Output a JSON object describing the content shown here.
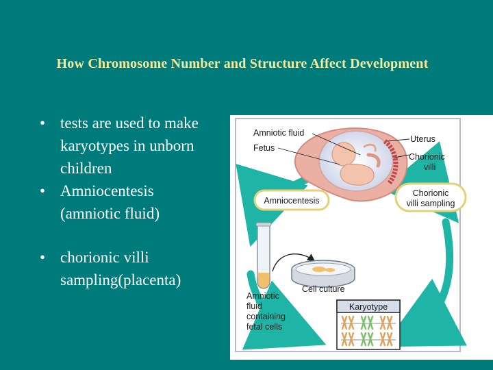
{
  "slide": {
    "title": "How Chromosome Number and Structure Affect Development",
    "bullets": [
      [
        "tests are used to make",
        "karyotypes in unborn",
        "children"
      ],
      [
        "Amniocentesis",
        "(amniotic fluid)"
      ],
      [
        "chorionic villi",
        "sampling(placenta)"
      ]
    ],
    "bullet_symbol": "•"
  },
  "diagram": {
    "labels": {
      "amniotic_fluid": "Amniotic fluid",
      "fetus": "Fetus",
      "uterus": "Uterus",
      "chorionic_villi": [
        "Chorionic",
        "villi"
      ],
      "amniocentesis": "Amniocentesis",
      "chorionic_villi_sampling": [
        "Chorionic",
        "villi sampling"
      ],
      "cell_culture": "Cell culture",
      "fluid_cells": [
        "Amniotic",
        "fluid",
        "containing",
        "fetal cells"
      ],
      "karyotype": "Karyotype"
    },
    "colors": {
      "background": "#007b7b",
      "title": "#f4ec9c",
      "cycle_arrow": "#1fb5a6",
      "label_pill_border": "#e2d178",
      "uterus": "#e8a49b"
    }
  }
}
